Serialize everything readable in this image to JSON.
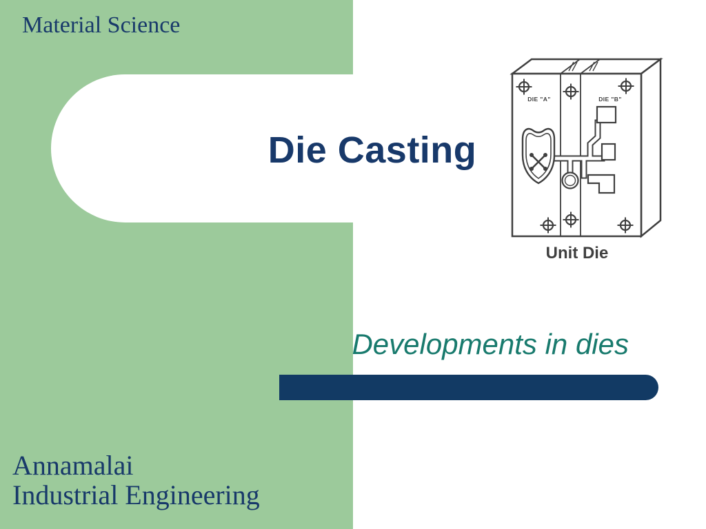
{
  "slide": {
    "header": "Material Science",
    "title": "Die Casting",
    "subtitle": "Developments in dies",
    "footer": {
      "line1": "Annamalai",
      "line2": "Industrial Engineering"
    }
  },
  "figure": {
    "caption": "Unit Die",
    "die_a_label": "DIE \"A\"",
    "die_b_label": "DIE \"B\""
  },
  "colors": {
    "green": "#9cca9b",
    "navy": "#18396a",
    "bar": "#123a64",
    "teal": "#187a6d",
    "stroke": "#3f3f3f"
  }
}
